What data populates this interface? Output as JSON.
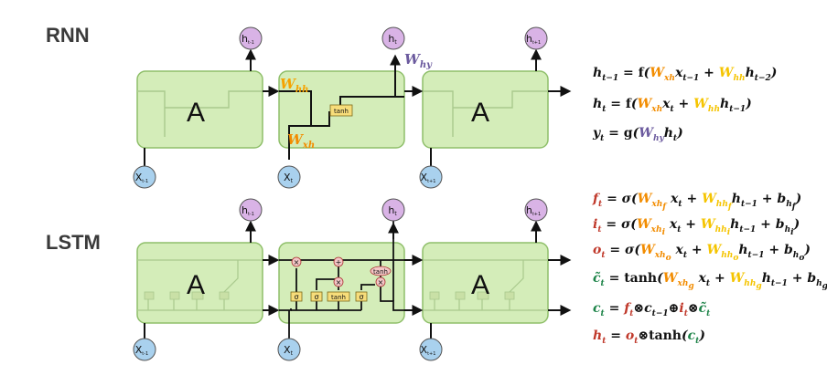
{
  "sections": {
    "rnn": "RNN",
    "lstm": "LSTM"
  },
  "cell_label": "A",
  "node_labels": {
    "h_prev": "h",
    "h_prev_sub": "t-1",
    "h": "h",
    "h_sub": "t",
    "h_next": "h",
    "h_next_sub": "t+1",
    "x_prev": "X",
    "x_prev_sub": "t-1",
    "x": "X",
    "x_sub": "t",
    "x_next": "X",
    "x_next_sub": "t+1"
  },
  "rnn_labels": {
    "w_hh": "W",
    "w_hh_sub": "hh",
    "w_xh": "W",
    "w_xh_sub": "xh",
    "w_hy": "W",
    "w_hy_sub": "hy",
    "tanh": "tanh"
  },
  "lstm_gate_labels": {
    "sigma": "σ",
    "tanh": "tanh",
    "times": "×",
    "plus": "+"
  },
  "colors": {
    "cell_fill": "#d4edb9",
    "cell_stroke": "#8fbf6a",
    "h_node": "#d9b3e6",
    "x_node": "#a9d1ee",
    "gate": "#f7dd7a",
    "orange": "#f28c00",
    "yellow": "#f5c400",
    "purple": "#6b5a9e"
  }
}
